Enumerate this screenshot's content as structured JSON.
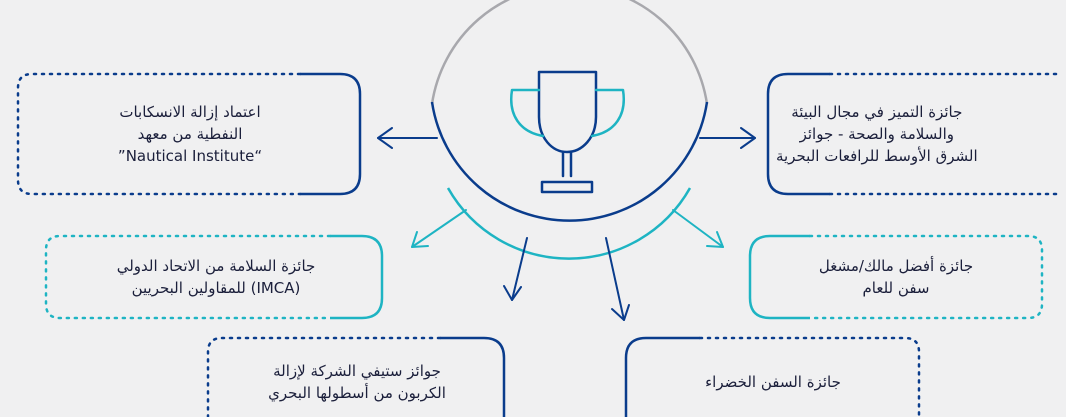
{
  "colors": {
    "navy": "#0a3c8c",
    "teal": "#1eb4c3",
    "circle": "#a8a8ad",
    "text": "#1b1f3b",
    "background": "#f0f0f1"
  },
  "center": {
    "icon": "trophy-icon"
  },
  "awards": [
    {
      "id": "nautical-institute",
      "text": "اعتماد إزالة الانسكابات\nالنفطية من معهد\n“Nautical Institute”"
    },
    {
      "id": "excellence-environment",
      "text": "جائزة التميز في مجال البيئة\nوالسلامة والصحة - جوائز\nالشرق الأوسط للرافعات البحرية"
    },
    {
      "id": "imca-safety",
      "text": "جائزة السلامة من الاتحاد الدولي\n(IMCA) للمقاولين البحريين"
    },
    {
      "id": "best-owner-operator",
      "text": "جائزة أفضل مالك/مشغل\nسفن للعام"
    },
    {
      "id": "steve-decarbonization",
      "text": "جوائز ستيفي الشركة لإزالة\nالكربون من أسطولها البحري"
    },
    {
      "id": "green-ships",
      "text": "جائزة السفن الخضراء"
    }
  ]
}
